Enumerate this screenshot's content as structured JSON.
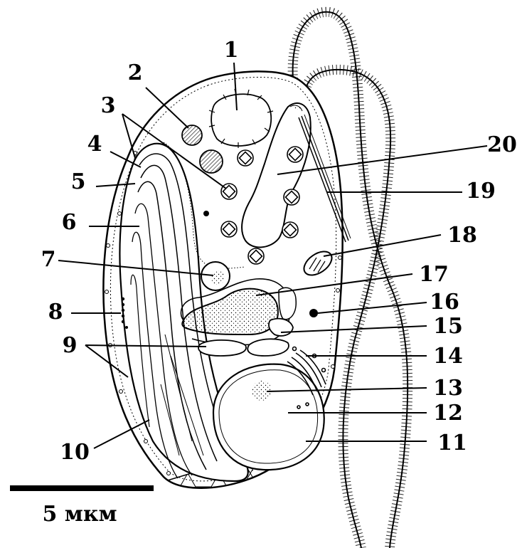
{
  "labels": {
    "l1": "1",
    "l2": "2",
    "l3": "3",
    "l4": "4",
    "l5": "5",
    "l6": "6",
    "l7": "7",
    "l8": "8",
    "l9": "9",
    "l10": "10",
    "l11": "11",
    "l12": "12",
    "l13": "13",
    "l14": "14",
    "l15": "15",
    "l16": "16",
    "l17": "17",
    "l18": "18",
    "l19": "19",
    "l20": "20"
  },
  "scale_bar": {
    "text": "5 мкм"
  },
  "colors": {
    "ink": "#000000",
    "paper": "#ffffff",
    "stipple": "#555555"
  }
}
